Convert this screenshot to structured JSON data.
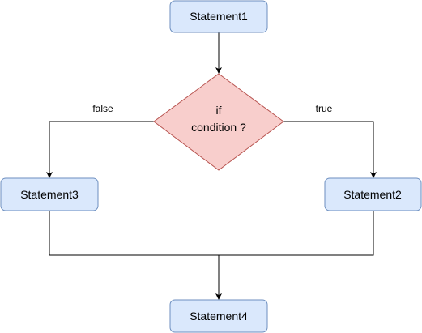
{
  "nodes": {
    "statement1": "Statement1",
    "condition_line1": "if",
    "condition_line2": "condition ?",
    "statement2": "Statement2",
    "statement3": "Statement3",
    "statement4": "Statement4"
  },
  "edges": {
    "false_label": "false",
    "true_label": "true"
  },
  "colors": {
    "process_fill": "#dae8fc",
    "process_stroke": "#6c8ebf",
    "decision_fill": "#f8cecc",
    "decision_stroke": "#b85450",
    "line": "#000000"
  }
}
